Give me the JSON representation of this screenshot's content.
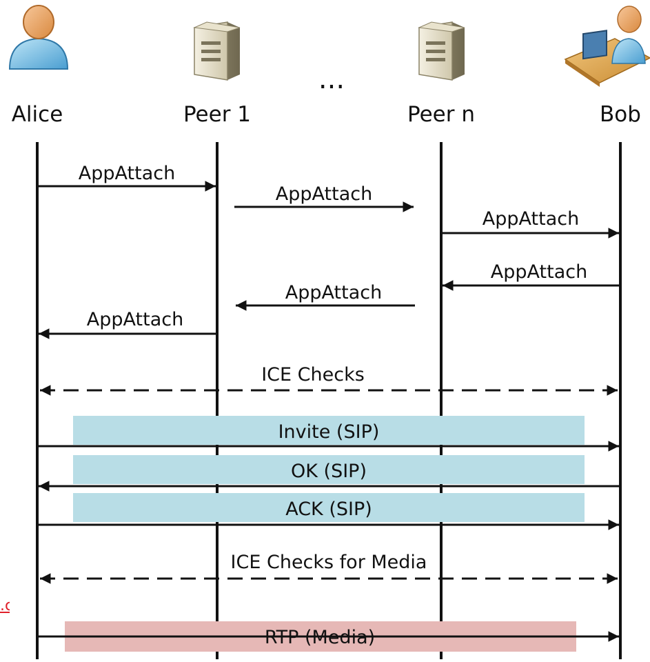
{
  "participants": [
    {
      "id": "alice",
      "label": "Alice",
      "icon": "user-icon"
    },
    {
      "id": "peer1",
      "label": "Peer 1",
      "icon": "server-icon"
    },
    {
      "id": "peern",
      "label": "Peer n",
      "icon": "server-icon"
    },
    {
      "id": "bob",
      "label": "Bob",
      "icon": "user-at-desk-icon"
    }
  ],
  "ellipsis": "...",
  "messages": [
    {
      "label": "AppAttach",
      "from": "alice",
      "to": "peer1",
      "style": "solid"
    },
    {
      "label": "AppAttach",
      "from": "peer1",
      "to": "peern",
      "style": "solid"
    },
    {
      "label": "AppAttach",
      "from": "peern",
      "to": "bob",
      "style": "solid"
    },
    {
      "label": "AppAttach",
      "from": "bob",
      "to": "peern",
      "style": "solid"
    },
    {
      "label": "AppAttach",
      "from": "peern",
      "to": "peer1",
      "style": "solid"
    },
    {
      "label": "AppAttach",
      "from": "peer1",
      "to": "alice",
      "style": "solid"
    },
    {
      "label": "ICE Checks",
      "from": "alice",
      "to": "bob",
      "style": "dashed-bidirectional"
    },
    {
      "label": "Invite (SIP)",
      "from": "alice",
      "to": "bob",
      "style": "solid",
      "highlight": "#b8dde6"
    },
    {
      "label": "OK (SIP)",
      "from": "bob",
      "to": "alice",
      "style": "solid",
      "highlight": "#b8dde6"
    },
    {
      "label": "ACK (SIP)",
      "from": "alice",
      "to": "bob",
      "style": "solid",
      "highlight": "#b8dde6"
    },
    {
      "label": "ICE Checks for Media",
      "from": "alice",
      "to": "bob",
      "style": "dashed-bidirectional"
    },
    {
      "label": "RTP (Media)",
      "from": "alice",
      "to": "bob",
      "style": "solid",
      "highlight": "#e6b8b6"
    }
  ],
  "colors": {
    "line": "#111111",
    "sip_band": "#b8dde6",
    "media_band": "#e6b8b6",
    "link": "#e0202a"
  },
  "link_fragment": ".c"
}
